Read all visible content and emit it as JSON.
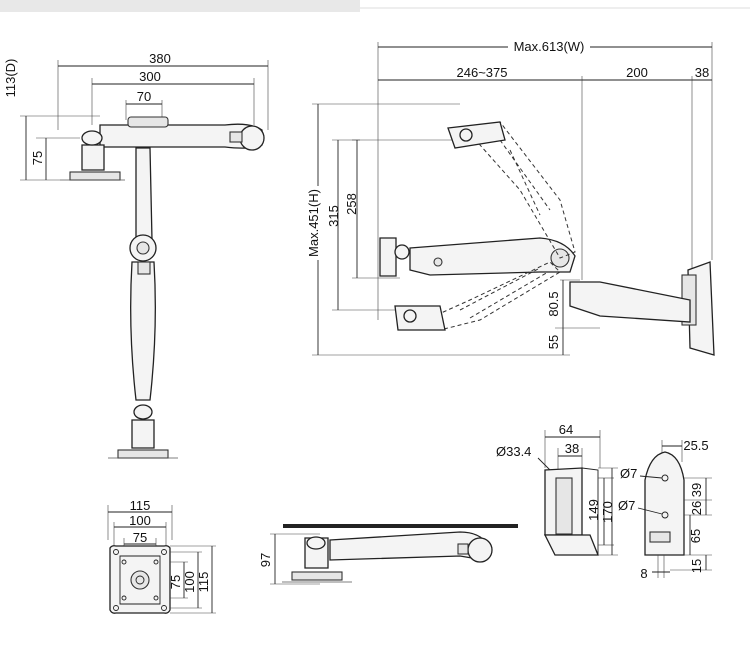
{
  "front_view": {
    "dim_113": "113(D)",
    "dim_380": "380",
    "dim_300": "300",
    "dim_70": "70",
    "dim_75": "75"
  },
  "side_view": {
    "dim_max_width": "Max.613(W)",
    "dim_246_375": "246~375",
    "dim_200": "200",
    "dim_38": "38",
    "dim_max_height": "Max.451(H)",
    "dim_315": "315",
    "dim_258": "258",
    "dim_80_5": "80.5",
    "dim_55": "55"
  },
  "vesa_plate": {
    "dim_115_top": "115",
    "dim_100_top": "100",
    "dim_75_top": "75",
    "dim_75_side": "75",
    "dim_100_side": "100",
    "dim_115_side": "115"
  },
  "desk_clamp_view": {
    "dim_97": "97"
  },
  "pole_detail": {
    "dim_64": "64",
    "dim_38": "38",
    "dim_diameter": "Ø33.4",
    "dim_149": "149",
    "dim_170": "170"
  },
  "clamp_detail": {
    "dim_25_5": "25.5",
    "dim_hole_upper": "Ø7",
    "dim_hole_lower": "Ø7",
    "dim_39": "39",
    "dim_26": "26",
    "dim_65": "65",
    "dim_15": "15",
    "dim_8": "8"
  }
}
